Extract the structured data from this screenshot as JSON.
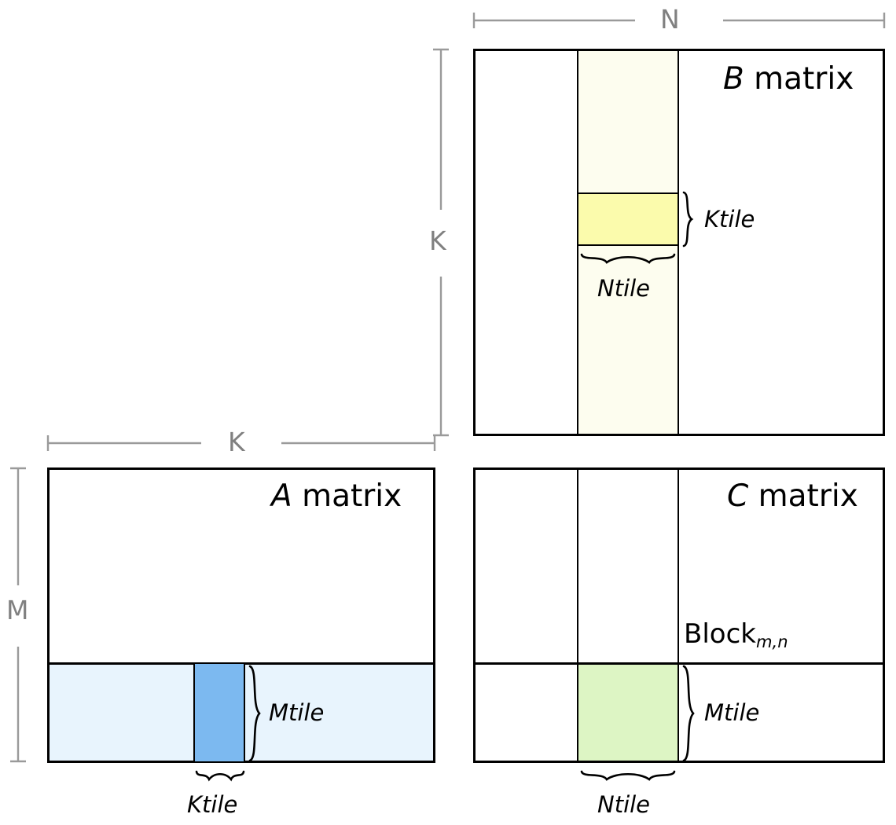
{
  "diagram": {
    "title": "Tiled matrix multiplication blocking diagram",
    "dimensions": {
      "N": "N",
      "K_vertical": "K",
      "K_horizontal": "K",
      "M": "M"
    },
    "colors": {
      "outline": "#000000",
      "dimension_line": "#808080",
      "a_row_strip": "#e8f4fd",
      "a_ktile": "#7cb9f0",
      "b_col_strip": "#fdfdef",
      "b_ktile": "#fbfbac",
      "c_tile": "#ddf5c4",
      "background": "#ffffff"
    },
    "matrices": [
      {
        "id": "b-matrix",
        "title_symbol": "B",
        "title_word": "matrix",
        "tile_labels": {
          "vertical": "Ktile",
          "horizontal": "Ntile"
        }
      },
      {
        "id": "a-matrix",
        "title_symbol": "A",
        "title_word": "matrix",
        "tile_labels": {
          "vertical": "Mtile",
          "horizontal": "Ktile"
        }
      },
      {
        "id": "c-matrix",
        "title_symbol": "C",
        "title_word": "matrix",
        "block_label": "Block",
        "block_subscript": "m,n",
        "tile_labels": {
          "vertical": "Mtile",
          "horizontal": "Ntile"
        }
      }
    ]
  }
}
